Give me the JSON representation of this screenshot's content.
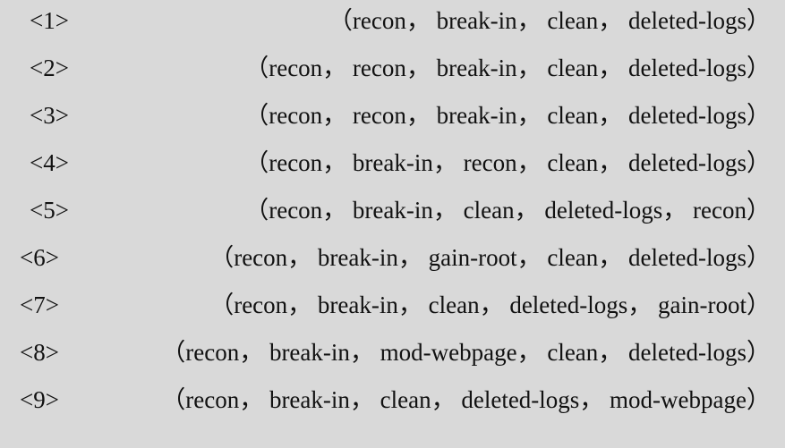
{
  "sequences": [
    {
      "index": "<1>",
      "text": "（recon， break-in， clean， deleted-logs）"
    },
    {
      "index": "<2>",
      "text": "（recon， recon， break-in， clean， deleted-logs）"
    },
    {
      "index": "<3>",
      "text": "（recon， recon， break-in， clean， deleted-logs）"
    },
    {
      "index": "<4>",
      "text": "（recon， break-in， recon， clean， deleted-logs）"
    },
    {
      "index": "<5>",
      "text": "（recon， break-in， clean， deleted-logs， recon）"
    },
    {
      "index": "<6>",
      "text": "（recon， break-in， gain-root， clean， deleted-logs）"
    },
    {
      "index": "<7>",
      "text": "（recon， break-in， clean， deleted-logs， gain-root）"
    },
    {
      "index": "<8>",
      "text": "（recon， break-in， mod-webpage， clean， deleted-logs）"
    },
    {
      "index": "<9>",
      "text": "（recon， break-in， clean， deleted-logs， mod-webpage）"
    }
  ]
}
